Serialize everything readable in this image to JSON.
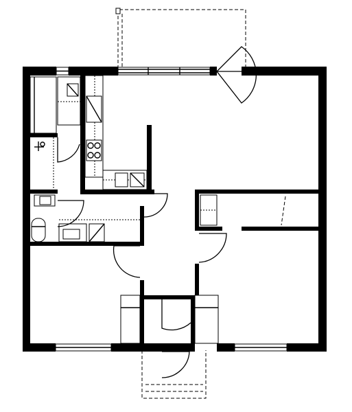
{
  "plan": {
    "type": "floor-plan",
    "view": "top-down",
    "style": "monochrome-line-drawing",
    "colors": {
      "walls": "#000000",
      "background": "#ffffff"
    }
  }
}
